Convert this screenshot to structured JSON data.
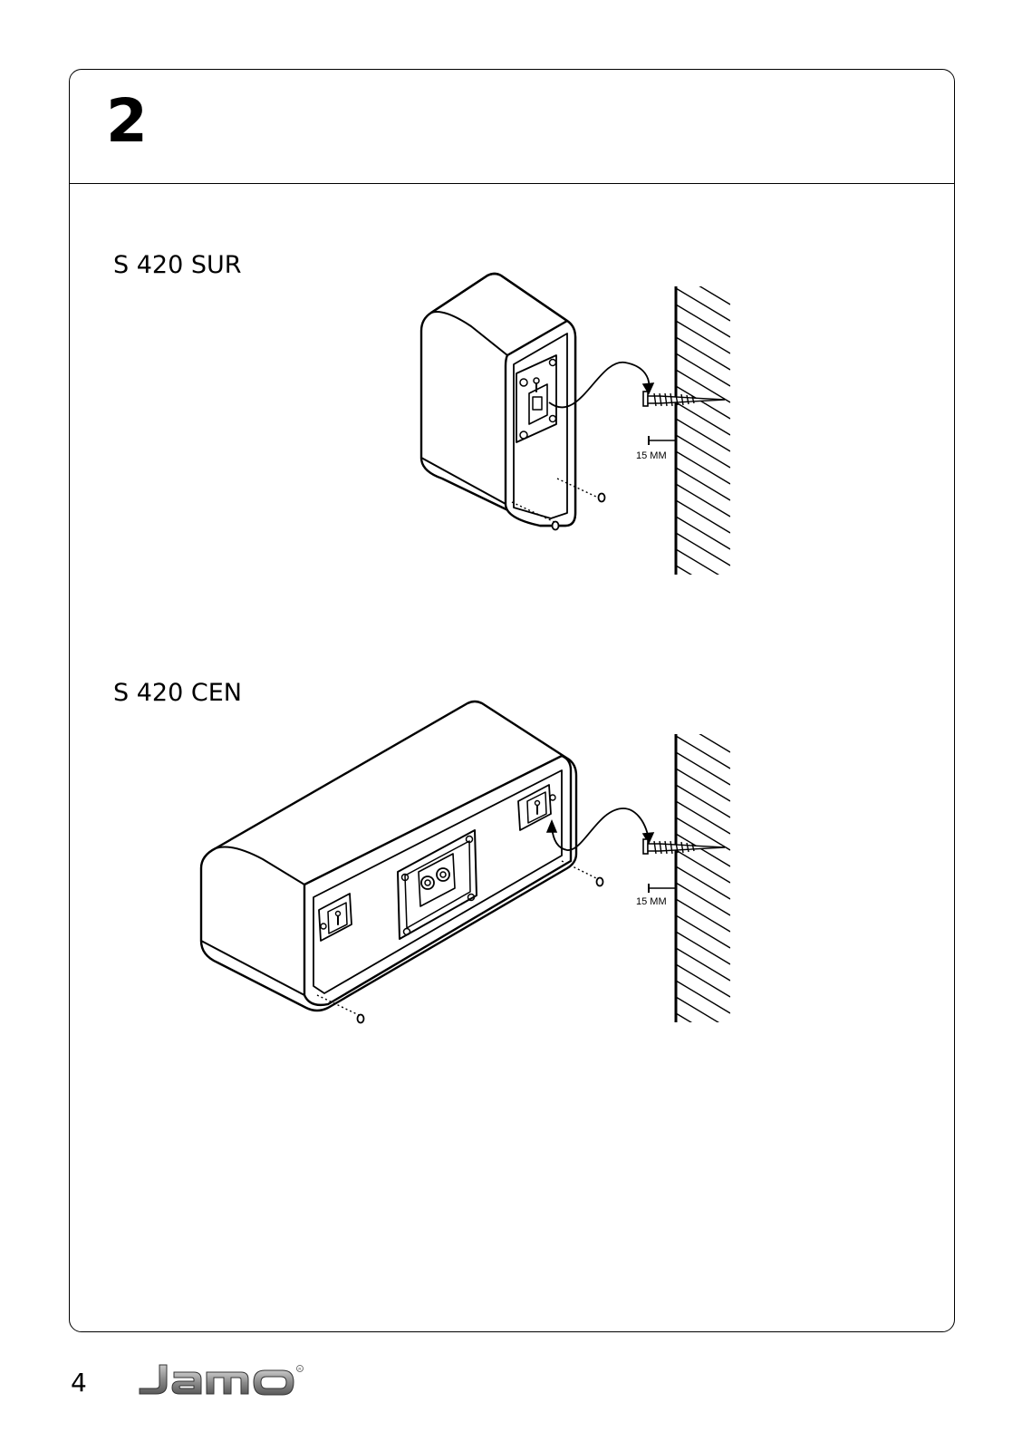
{
  "step": {
    "number": "2"
  },
  "figures": [
    {
      "model": "S 420 SUR",
      "dimension_label": "15 MM"
    },
    {
      "model": "S 420 CEN",
      "dimension_label": "15 MM"
    }
  ],
  "footer": {
    "page_number": "4",
    "brand": "Jamo"
  }
}
